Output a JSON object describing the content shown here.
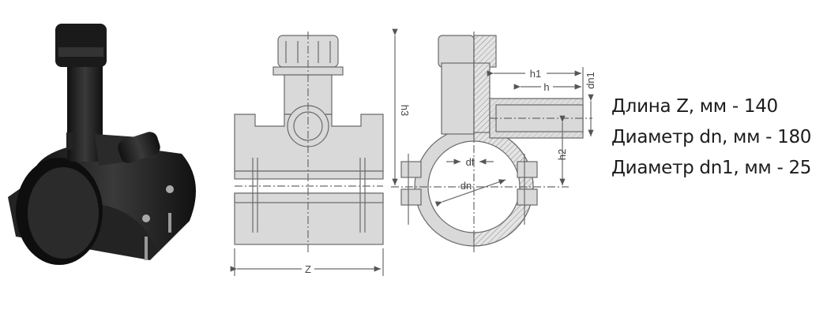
{
  "photo": {
    "subject": "saddle-fitting-photo"
  },
  "drawing": {
    "front_labels": {
      "z": "Z"
    },
    "side_labels": {
      "h1": "h1",
      "h": "h",
      "dn1": "dn1",
      "h3": "h3",
      "h2": "h2",
      "df": "df",
      "dn": "dn"
    }
  },
  "specs": [
    {
      "text": "Длина Z, мм - 140"
    },
    {
      "text": "Диаметр dn, мм - 180"
    },
    {
      "text": "Диаметр dn1, мм - 25"
    }
  ],
  "colors": {
    "fill": "#d9d9d9",
    "stroke": "#6a6a6a",
    "photo": "#1e1e1e"
  }
}
